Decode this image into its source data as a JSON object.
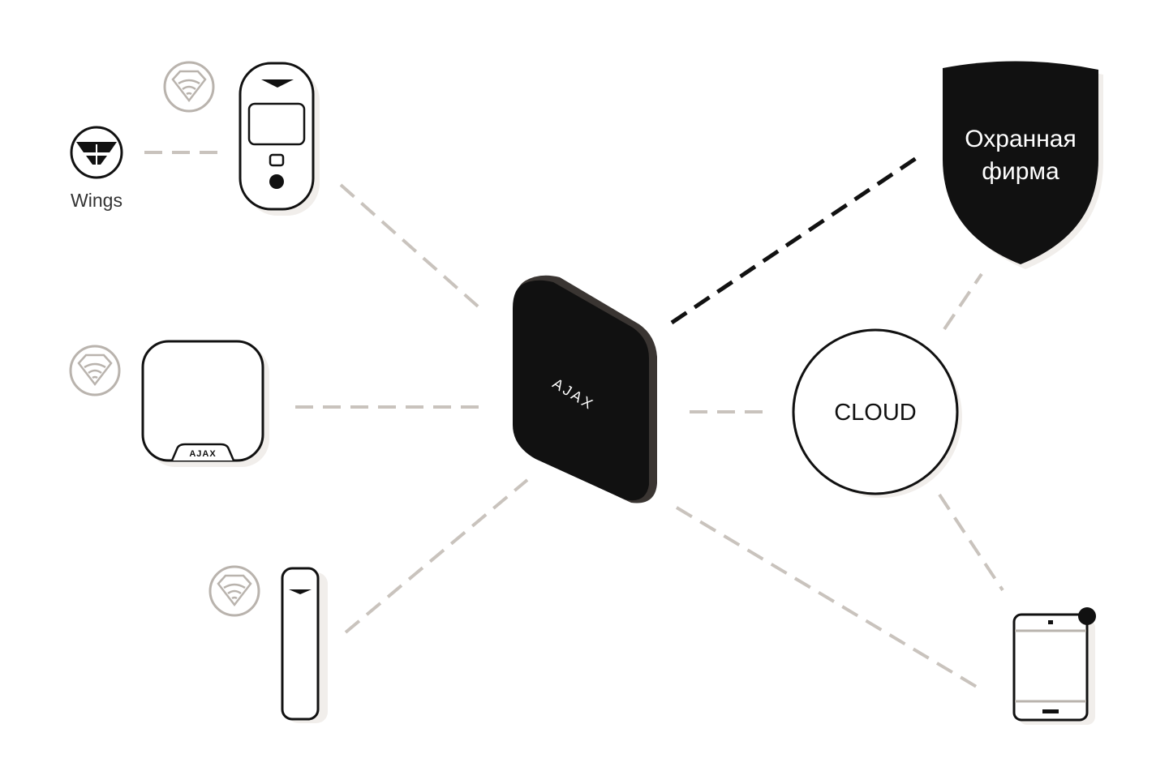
{
  "wings_label": "Wings",
  "hub_logo": "AJAX",
  "siren_logo": "AJAX",
  "security_company_label": {
    "line1": "Охранная",
    "line2": "фирма"
  },
  "cloud_label": "CLOUD",
  "icons": {
    "wings": "wings-protocol-icon",
    "radio": "radio-protocol-icon",
    "motion_cam": "motion-detector-camera-icon",
    "siren": "siren-icon",
    "door_sensor": "door-sensor-icon",
    "hub": "hub-icon",
    "shield": "security-company-shield-icon",
    "cloud": "cloud-circle-icon",
    "phone": "smartphone-icon"
  },
  "colors": {
    "link_light": "#c9c3bd",
    "link_dark": "#111111",
    "hub": "#111111",
    "shield": "#111111",
    "radio_icon": "#b9b3ad"
  }
}
